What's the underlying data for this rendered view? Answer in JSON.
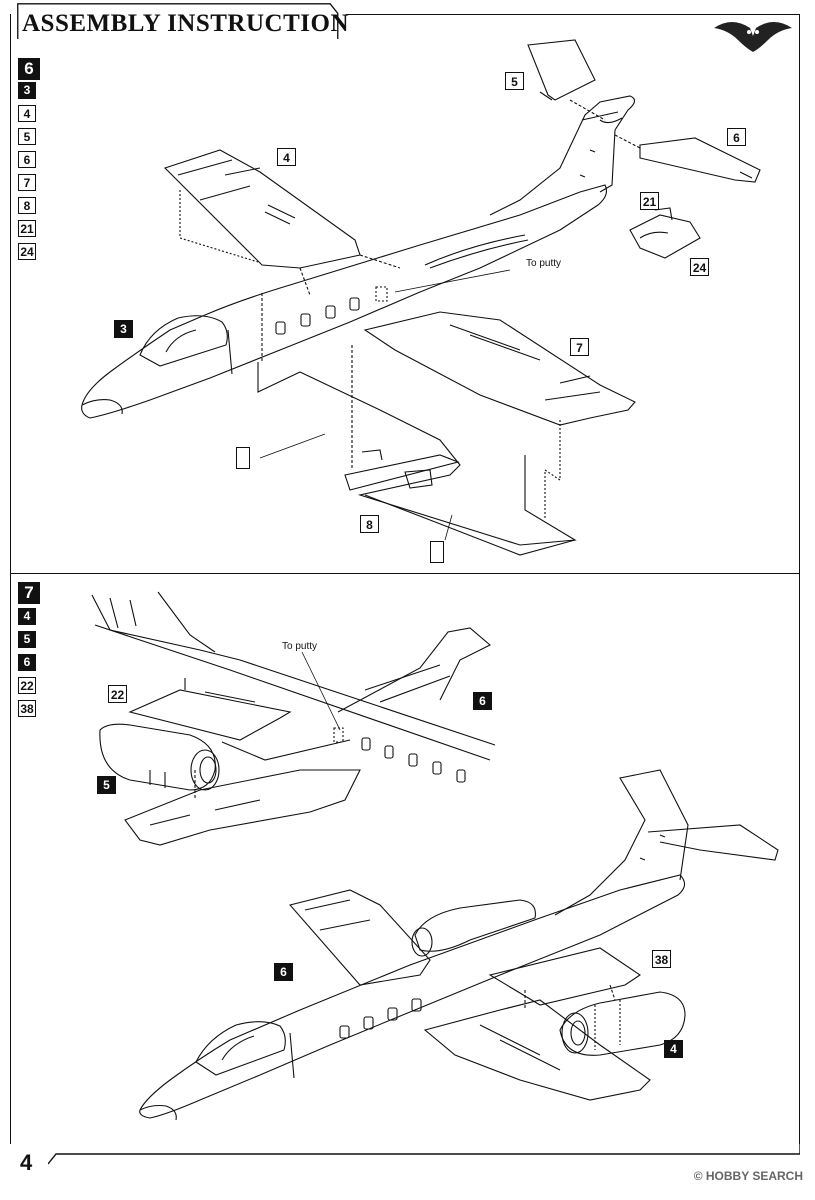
{
  "header": {
    "title": "ASSEMBLY INSTRUCTION"
  },
  "brand": {
    "logo_icon": "owl-logo-icon"
  },
  "steps": [
    {
      "number": "6",
      "parts": [
        {
          "label": "3",
          "style": "dark"
        },
        {
          "label": "4",
          "style": "light"
        },
        {
          "label": "5",
          "style": "light"
        },
        {
          "label": "6",
          "style": "light"
        },
        {
          "label": "7",
          "style": "light"
        },
        {
          "label": "8",
          "style": "light"
        },
        {
          "label": "21",
          "style": "light"
        },
        {
          "label": "24",
          "style": "light"
        }
      ],
      "callouts": {
        "c5": "5",
        "c6": "6",
        "c4": "4",
        "c21": "21",
        "c24": "24",
        "c3": "3",
        "c7": "7",
        "c8": "8"
      },
      "note": "To putty"
    },
    {
      "number": "7",
      "parts": [
        {
          "label": "4",
          "style": "dark"
        },
        {
          "label": "5",
          "style": "dark"
        },
        {
          "label": "6",
          "style": "dark"
        },
        {
          "label": "22",
          "style": "light"
        },
        {
          "label": "38",
          "style": "light"
        }
      ],
      "callouts": {
        "c22": "22",
        "c6a": "6",
        "c5": "5",
        "c6b": "6",
        "c38": "38",
        "c4": "4"
      },
      "note": "To putty"
    }
  ],
  "footer": {
    "page_number": "4",
    "watermark": "© HOBBY SEARCH"
  }
}
